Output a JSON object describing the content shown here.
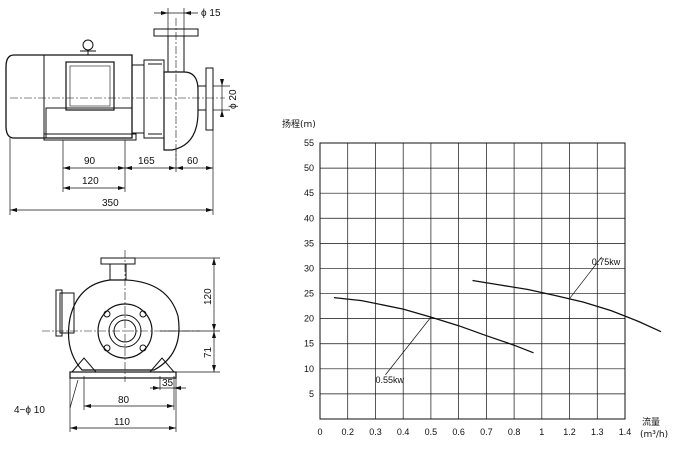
{
  "pump_side_view": {
    "dimensions": {
      "outlet_diameter": "ϕ 15",
      "inlet_diameter": "ϕ 20",
      "d_90": "90",
      "d_165": "165",
      "d_60": "60",
      "d_120": "120",
      "d_350": "350"
    }
  },
  "pump_front_view": {
    "dimensions": {
      "height_120": "120",
      "height_71": "71",
      "foot_35": "35",
      "holes": "4−ϕ 10",
      "width_80": "80",
      "width_110": "110"
    }
  },
  "chart_data": {
    "type": "line",
    "ylabel": "扬程(m)",
    "xlabel": "流量",
    "xlabel_unit": "(m³/h)",
    "x_ticks": [
      "0",
      "0.2",
      "0.3",
      "0.4",
      "0.5",
      "0.6",
      "0.7",
      "0.8",
      "1",
      "1.2",
      "1.3",
      "1.4"
    ],
    "y_ticks": [
      "5",
      "10",
      "15",
      "20",
      "25",
      "30",
      "35",
      "40",
      "45",
      "50",
      "55"
    ],
    "ylim": [
      0,
      55
    ],
    "grid": true,
    "series": [
      {
        "name": "0.55kw",
        "x_index": [
          0.5,
          1.5,
          3.0,
          4.0,
          5.0,
          6.0,
          7.0,
          7.7
        ],
        "y": [
          24.2,
          23.6,
          21.9,
          20.3,
          18.6,
          16.6,
          14.7,
          13.2
        ]
      },
      {
        "name": "0.75kw",
        "x_index": [
          5.5,
          6.5,
          7.5,
          8.5,
          9.5,
          10.5,
          11.5,
          12.3
        ],
        "y": [
          27.6,
          26.7,
          25.8,
          24.6,
          23.3,
          21.6,
          19.4,
          17.4
        ]
      }
    ]
  }
}
